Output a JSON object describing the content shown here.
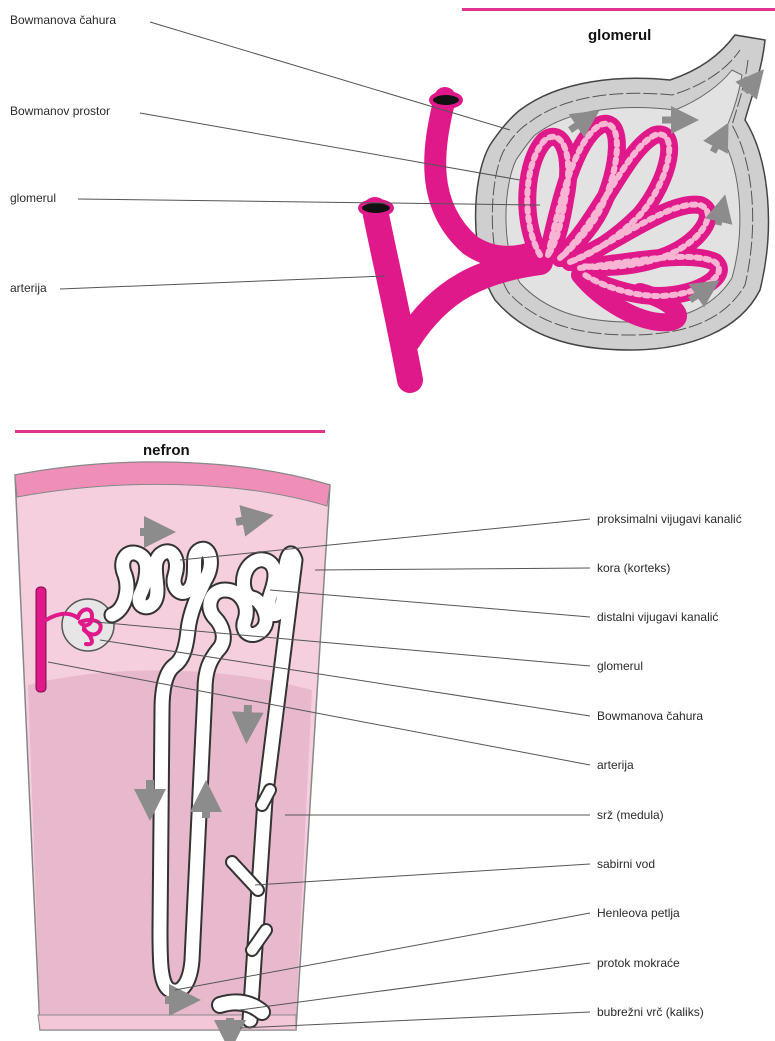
{
  "glomerulus_panel": {
    "title": "glomerul",
    "labels": {
      "capsule": "Bowmanova čahura",
      "space": "Bowmanov prostor",
      "glomerulus": "glomerul",
      "artery": "arterija"
    }
  },
  "nephron_panel": {
    "title": "nefron",
    "labels": {
      "proximal": "proksimalni vijugavi kanalić",
      "cortex": "kora (korteks)",
      "distal": "distalni vijugavi kanalić",
      "glomerulus": "glomerul",
      "capsule": "Bowmanova čahura",
      "artery": "arterija",
      "medulla": "srž (medula)",
      "collecting_duct": "sabirni vod",
      "henle": "Henleova petlja",
      "urine_flow": "protok mokraće",
      "calyx": "bubrežni vrč (kaliks)"
    }
  },
  "colors": {
    "accent": "#e0338c",
    "vessel": "#e0198a",
    "capsule_fill": "#d9d9d9",
    "cortex": "#f6cfdf",
    "medulla": "#e8b9cc",
    "rim": "#ef8fb8",
    "arrow": "#8c8c8c"
  }
}
